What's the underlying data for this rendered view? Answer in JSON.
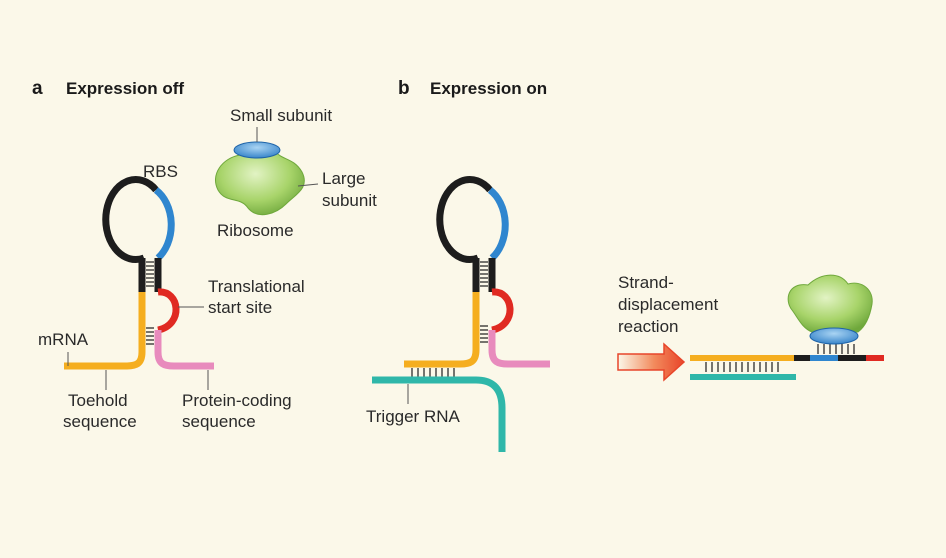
{
  "panels": {
    "a": {
      "letter": "a",
      "title": "Expression off"
    },
    "b": {
      "letter": "b",
      "title": "Expression on"
    }
  },
  "labels": {
    "small_subunit": "Small subunit",
    "large_subunit_1": "Large",
    "large_subunit_2": "subunit",
    "ribosome": "Ribosome",
    "rbs": "RBS",
    "translational_1": "Translational",
    "translational_2": "start site",
    "mrna": "mRNA",
    "toehold_1": "Toehold",
    "toehold_2": "sequence",
    "protein_1": "Protein-coding",
    "protein_2": "sequence",
    "trigger": "Trigger RNA",
    "strand_1": "Strand-",
    "strand_2": "displacement",
    "strand_3": "reaction"
  },
  "colors": {
    "background": "#fbf8e9",
    "toehold": "#f5ae1f",
    "rbs": "#2f86cf",
    "loop_black": "#1d1d1d",
    "start_site": "#e02a22",
    "protein_coding": "#e88bbd",
    "trigger": "#2fb7a9",
    "ribosome_large": "#9ccb5a",
    "ribosome_small": "#3b8fd6",
    "arrow": "#ee5a2a"
  }
}
